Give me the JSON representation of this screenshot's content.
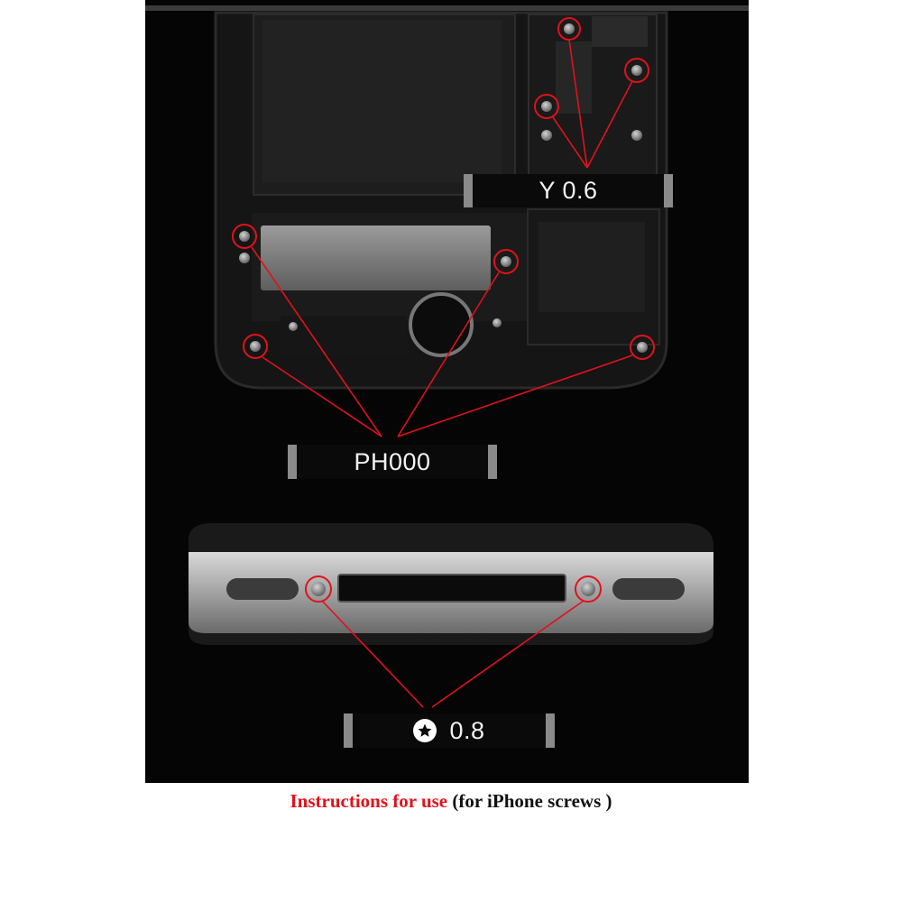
{
  "labels": {
    "y06": "Y 0.6",
    "ph000": "PH000",
    "star": "0.8"
  },
  "caption": {
    "red": "Instructions for use",
    "black": "(for iPhone screws )"
  },
  "colors": {
    "annotation": "#e0121b",
    "background": "#050505",
    "label_bar": "#0a0a0a",
    "label_cap": "#8a8a8a"
  },
  "icons": {
    "star_badge": "star-icon"
  }
}
